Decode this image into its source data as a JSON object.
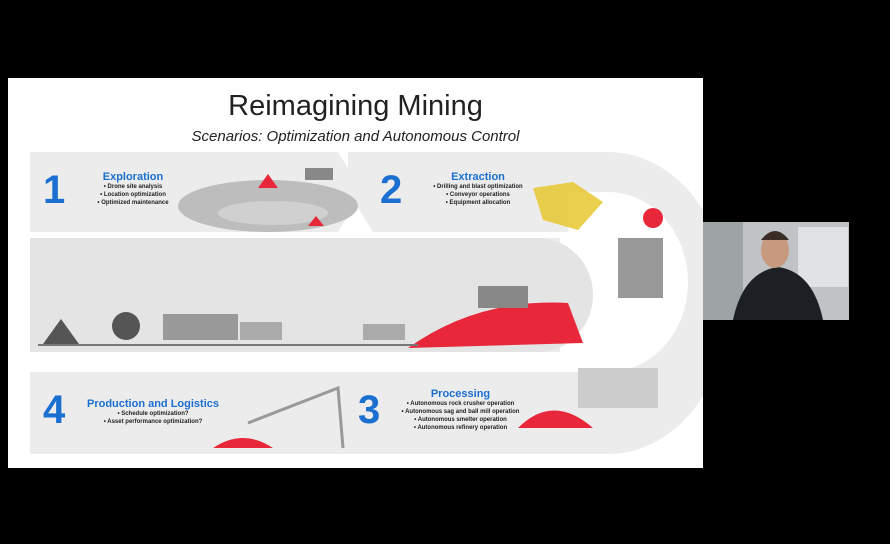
{
  "slide": {
    "title": "Reimagining Mining",
    "subtitle": "Scenarios: Optimization and Autonomous Control",
    "sections": [
      {
        "number": "1",
        "heading": "Exploration",
        "items": [
          "Drone site analysis",
          "Location optimization",
          "Optimized maintenance"
        ]
      },
      {
        "number": "2",
        "heading": "Extraction",
        "items": [
          "Drilling and blast optimization",
          "Conveyor operations",
          "Equipment allocation"
        ]
      },
      {
        "number": "3",
        "heading": "Processing",
        "items": [
          "Autonomous rock crusher operation",
          "Autonomous sag and ball mill operation",
          "Autonomous smelter operation",
          "Autonomous refinery operation"
        ]
      },
      {
        "number": "4",
        "heading": "Production and Logistics",
        "items": [
          "Schedule optimization?",
          "Asset performance optimization?"
        ]
      }
    ]
  },
  "colors": {
    "accent": "#1a6fd0",
    "highlight": "#e8283a",
    "band": "#ececec"
  }
}
